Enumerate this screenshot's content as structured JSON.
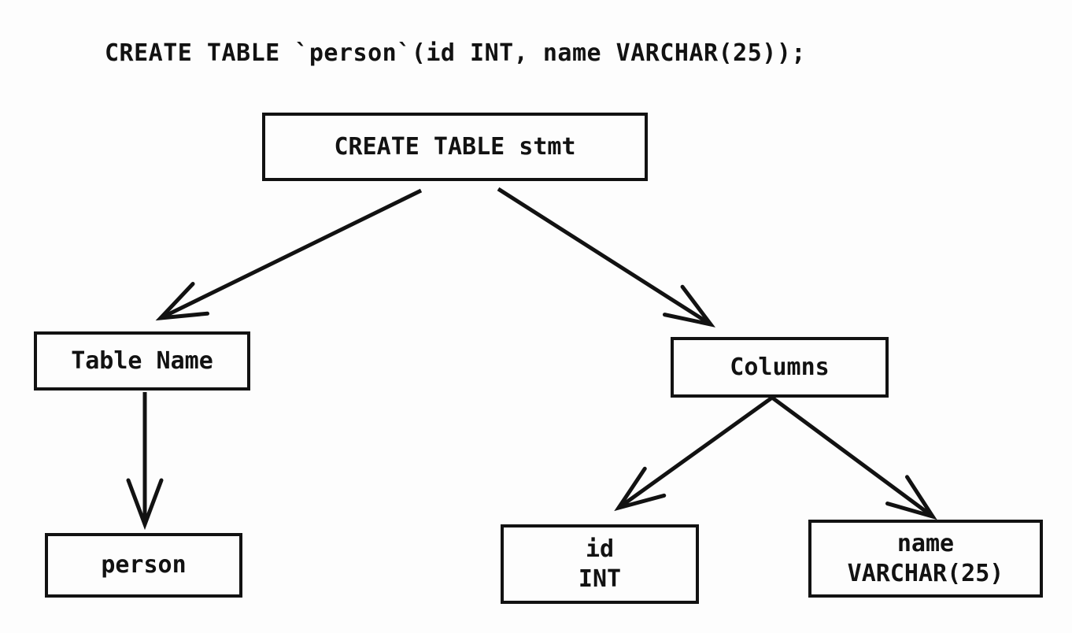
{
  "colors": {
    "background": "#fdfdfd",
    "stroke": "#121212",
    "text": "#121212"
  },
  "code_line": "CREATE TABLE `person`(id INT, name VARCHAR(25));",
  "nodes": {
    "root": {
      "label": "CREATE TABLE stmt"
    },
    "table_name": {
      "label": "Table Name"
    },
    "columns": {
      "label": "Columns"
    },
    "person": {
      "label": "person"
    },
    "id_col": {
      "line1": "id",
      "line2": "INT"
    },
    "name_col": {
      "line1": "name",
      "line2": "VARCHAR(25)"
    }
  },
  "edges": [
    {
      "from": "CREATE TABLE stmt",
      "to": "Table Name"
    },
    {
      "from": "CREATE TABLE stmt",
      "to": "Columns"
    },
    {
      "from": "Table Name",
      "to": "person"
    },
    {
      "from": "Columns",
      "to": "id INT"
    },
    {
      "from": "Columns",
      "to": "name VARCHAR(25)"
    }
  ]
}
